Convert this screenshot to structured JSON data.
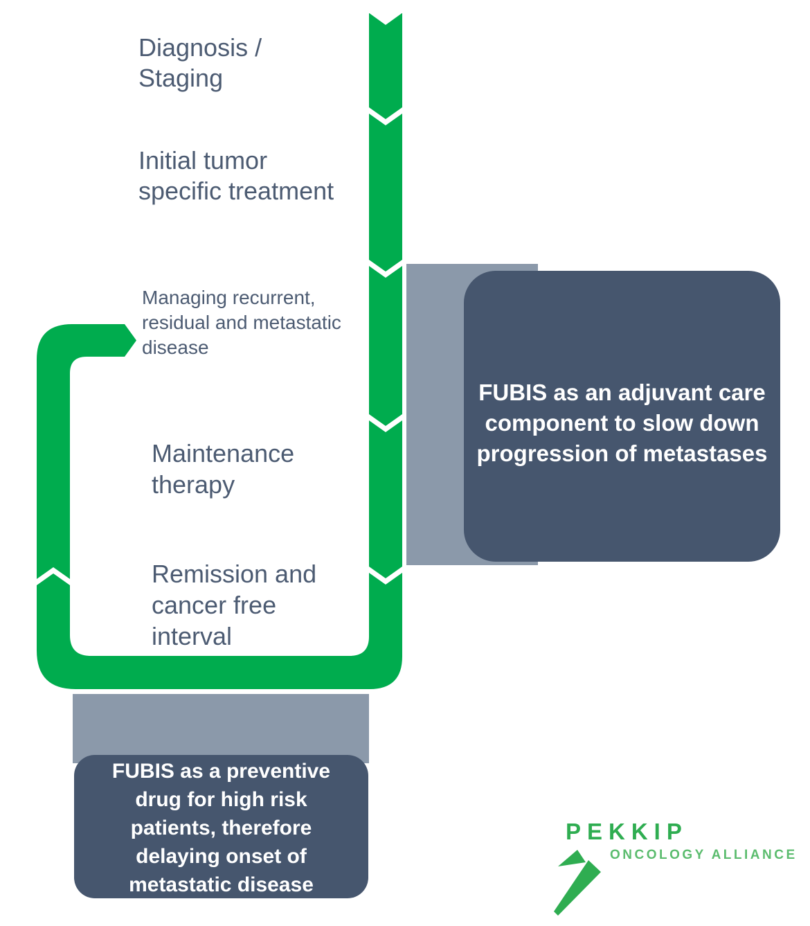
{
  "stages": [
    {
      "id": "diagnosis-staging",
      "lines": [
        "Diagnosis /",
        "Staging"
      ]
    },
    {
      "id": "initial-treatment",
      "lines": [
        "Initial tumor",
        "specific treatment"
      ]
    },
    {
      "id": "managing-recurrent",
      "lines": [
        "Managing recurrent,",
        "residual and metastatic",
        "disease"
      ]
    },
    {
      "id": "maintenance-therapy",
      "lines": [
        "Maintenance",
        "therapy"
      ]
    },
    {
      "id": "remission-interval",
      "lines": [
        "Remission and",
        "cancer free",
        "interval"
      ]
    }
  ],
  "callouts": {
    "adjuvant": {
      "lines": [
        "FUBIS as an adjuvant care",
        "component to slow down",
        "progression of metastases"
      ]
    },
    "preventive": {
      "lines": [
        "FUBIS as a preventive",
        "drug for high risk",
        "patients, therefore",
        "delaying onset of",
        "metastatic disease"
      ]
    }
  },
  "logo": {
    "name": "PEKKIP",
    "tagline": "ONCOLOGY ALLIANCE"
  },
  "icons": {
    "flow_arrow": "chevron-down-flow-arrow",
    "loop_arrow": "recurrence-loop-arrow",
    "logo_glyph": "lightning-bolt"
  },
  "colors": {
    "green": "#00AC4E",
    "connector_gray": "#8B99AA",
    "callout_slate": "#46566E",
    "label_text": "#4C5B72",
    "logo_green": "#2FAD51",
    "logo_green_light": "#5BBC6E",
    "white": "#FFFFFF"
  }
}
